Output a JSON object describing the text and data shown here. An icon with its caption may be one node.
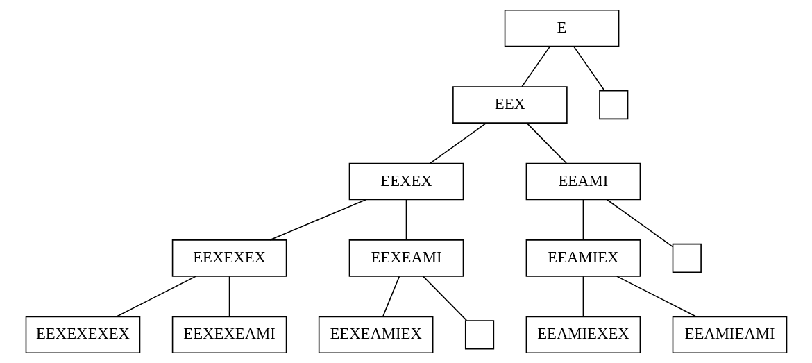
{
  "diagram": {
    "nodes": [
      {
        "text": [
          "E"
        ]
      },
      {
        "text": [
          "EEX"
        ]
      },
      {
        "text": [],
        "shape": "box"
      },
      {
        "text": [
          "EEXEX"
        ]
      },
      {
        "text": [
          "EEAMI"
        ]
      },
      {
        "text": [
          "EEXEXEX"
        ]
      },
      {
        "text": [
          "EEXEAMI"
        ]
      },
      {
        "text": [
          "EEAMIEX"
        ]
      },
      {
        "text": [],
        "shape": "box"
      },
      {
        "text": [
          "EEXEXEAMI"
        ]
      },
      {
        "text": [],
        "shape": "box"
      },
      {
        "text": [
          "EEAMIEAMI"
        ]
      },
      {
        "text": [
          "EEXEXEXEX"
        ]
      },
      {
        "text": [
          "EEXEAMIEX"
        ]
      },
      {
        "text": [
          "EEAMIEXEX"
        ]
      }
    ],
    "edges": [
      {
        "from": 0,
        "to": 1,
        "arrow": "none"
      },
      {
        "from": 0,
        "to": 2,
        "arrow": "none"
      },
      {
        "from": 1,
        "to": 3,
        "arrow": "none"
      },
      {
        "from": 1,
        "to": 4,
        "arrow": "none"
      },
      {
        "from": 3,
        "to": 5,
        "arrow": "none"
      },
      {
        "from": 3,
        "to": 6,
        "arrow": "none"
      },
      {
        "from": 4,
        "to": 7,
        "arrow": "none"
      },
      {
        "from": 4,
        "to": 8,
        "arrow": "none"
      },
      {
        "from": 5,
        "to": 12,
        "arrow": "none"
      },
      {
        "from": 5,
        "to": 9,
        "arrow": "none"
      },
      {
        "from": 6,
        "to": 13,
        "arrow": "none"
      },
      {
        "from": 6,
        "to": 10,
        "arrow": "none"
      },
      {
        "from": 7,
        "to": 14,
        "arrow": "none"
      },
      {
        "from": 7,
        "to": 11,
        "arrow": "none"
      }
    ]
  }
}
